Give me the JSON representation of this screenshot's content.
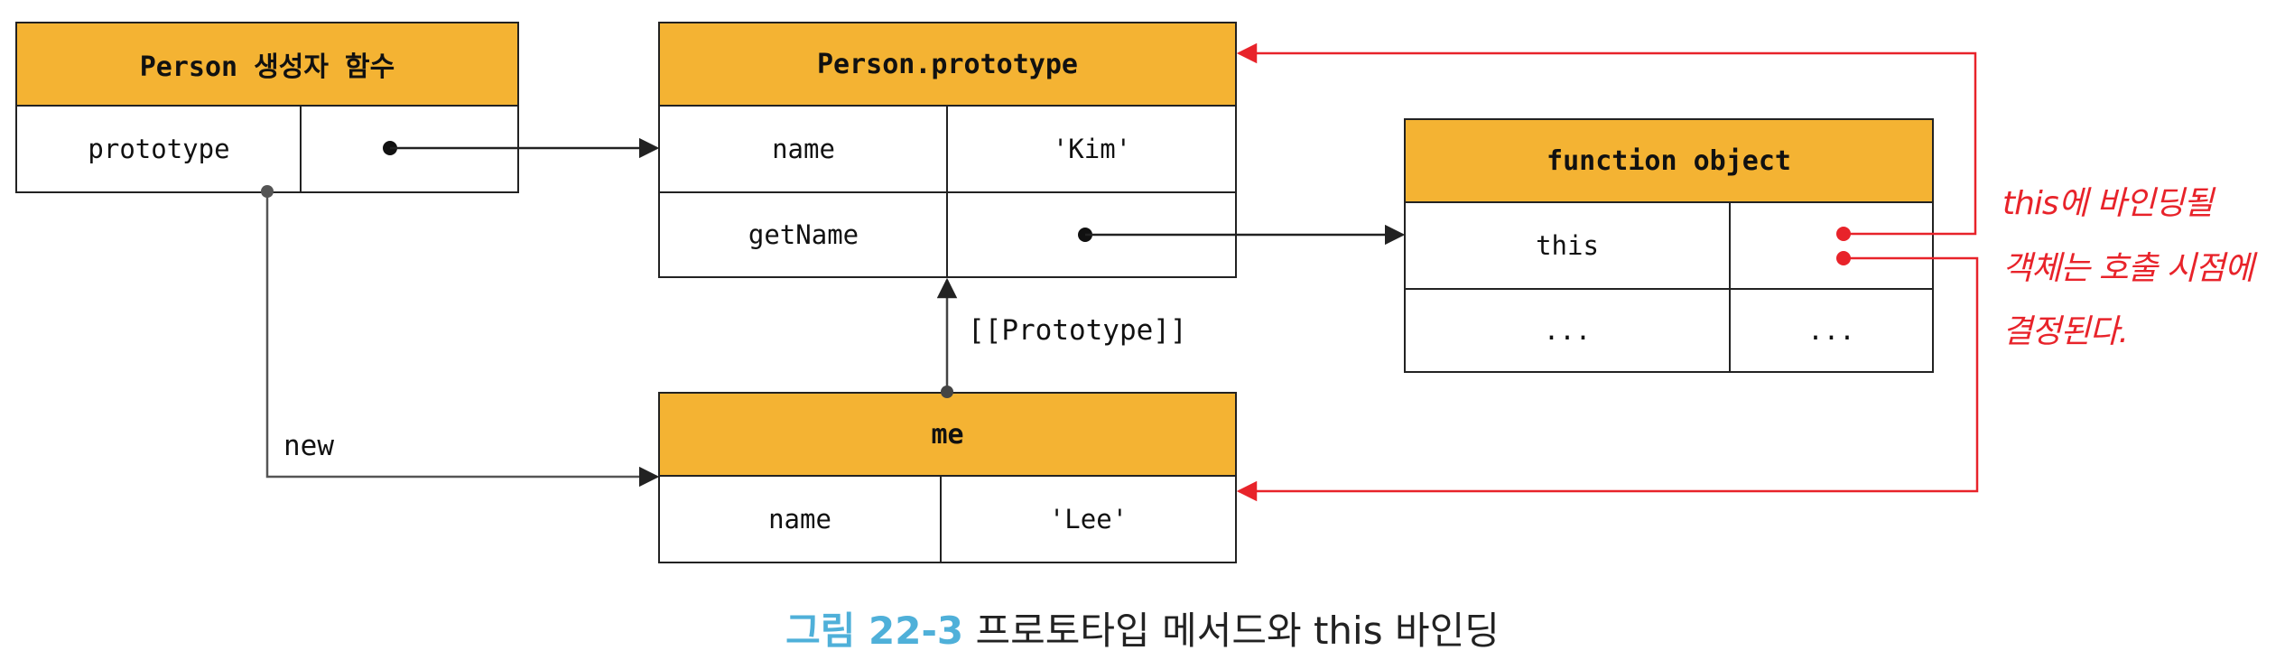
{
  "constructor_box": {
    "title": "Person 생성자 함수",
    "row": {
      "key": "prototype"
    }
  },
  "prototype_box": {
    "title": "Person.prototype",
    "rows": [
      {
        "key": "name",
        "value": "'Kim'"
      },
      {
        "key": "getName"
      }
    ]
  },
  "function_box": {
    "title": "function object",
    "rows": [
      {
        "key": "this"
      },
      {
        "key": "...",
        "value": "..."
      }
    ]
  },
  "instance_box": {
    "title": "me",
    "row": {
      "key": "name",
      "value": "'Lee'"
    }
  },
  "labels": {
    "prototype_link": "[[Prototype]]",
    "new": "new"
  },
  "annotation": {
    "line1": "this에 바인딩될",
    "line2": "객체는 호출 시점에",
    "line3": "결정된다."
  },
  "caption": {
    "number": "그림 22-3",
    "text": "프로토타입 메서드와 this 바인딩"
  },
  "colors": {
    "header_fill": "#f4b333",
    "annotation": "#e8232a",
    "caption_number": "#4fb0d9",
    "line": "#222222"
  }
}
